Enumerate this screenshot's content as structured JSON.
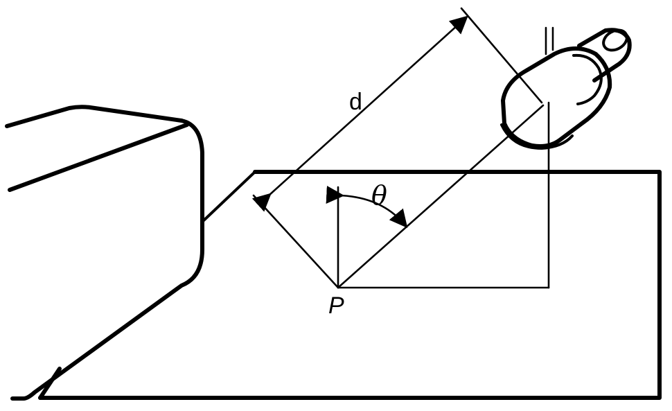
{
  "diagram": {
    "labels": {
      "distance": "d",
      "angle": "θ",
      "point": "P"
    },
    "icons": {
      "camera": "camera-icon",
      "box": "box-body"
    },
    "colors": {
      "line": "#000000",
      "background": "#ffffff"
    }
  }
}
